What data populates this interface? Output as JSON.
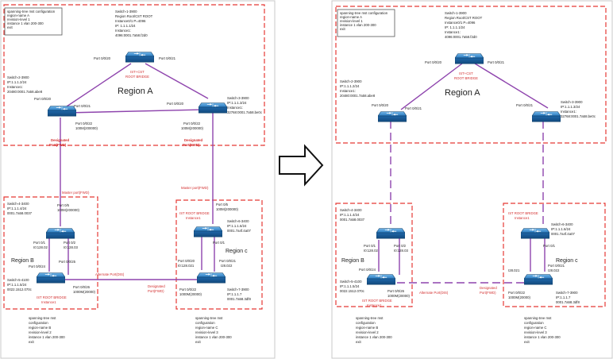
{
  "left": {
    "config_box": [
      "spanning-tree mst configuration",
      "region-name A",
      "revision-level 1",
      "instance 1 vlan 200-300",
      "exit"
    ],
    "sw1": [
      "Switch-1-3900",
      "Region Root/CST ROOT",
      "Instance0/1 P=4096",
      "IP: 1.1.1.1/24",
      "Instance1:",
      "4096:0001.7a58.f2d0"
    ],
    "sw1_ports": [
      "Port 0/0/20",
      "Port 0/0/21"
    ],
    "sw1_label": [
      "IST+CST",
      "ROOT BRIDGE"
    ],
    "region_a": "Region A",
    "sw2": [
      "Switch-2-3900",
      "IP:1.1.1.2/24",
      "Instance1:",
      "20480:0001.7a58.abe8"
    ],
    "sw2_ports": [
      "Port 0/0/20",
      "Port 0/0/21",
      "Port 0/0/22",
      "100M(200000)"
    ],
    "sw3": [
      "Switch-3-3900",
      "IP:1.1.1.3/24",
      "Instance1:",
      "32768:0001.7a58.be0c"
    ],
    "sw3_ports": [
      "Port 0/0/20",
      "Port 0/0/22",
      "100M(200000)"
    ],
    "designated_left": [
      "Designated",
      "Port(FWD)"
    ],
    "designated_right": [
      "Designated",
      "Port(FWD)"
    ],
    "master_left": "Master port(FWD)",
    "master_right": "Master port(FWD)",
    "sw4": [
      "Switch-4-3400",
      "IP:1.1.1.4/24",
      "0001.7a58.0037"
    ],
    "sw4_ports": [
      "Port 0/5",
      "100M(200000)",
      "Port 0/1",
      "I0:128.02",
      "Port 0/2",
      "I0:128.03"
    ],
    "region_b": "Region B",
    "sw5": [
      "Switch-5-4100",
      "IP:1.1.1.5/24",
      "0022.1512.070c"
    ],
    "sw5_ports": [
      "Port 0/0/24",
      "Port 0/0/25",
      "Port 0/0/26",
      "1000M(20000)"
    ],
    "ist_b": [
      "IST ROOT BRIDGE",
      "Instance1"
    ],
    "alt_port": "Alternate Port(DIS)",
    "designated_bottom": [
      "Designated",
      "Port(FWD)"
    ],
    "sw6": [
      "Switch-6-3400",
      "IP:1.1.1.6/24",
      "0001.7a4f.4a07"
    ],
    "sw6_ports": [
      "Port 0/5",
      "100M(200000)",
      "Port 0/1"
    ],
    "ist_c": [
      "IST ROOT BRIDGE",
      "Instance1"
    ],
    "region_c": "Region c",
    "sw7": [
      "Switch-7-3900",
      "IP:1.1.1.7",
      "0001.7a58.3df8"
    ],
    "sw7_ports": [
      "Port 0/0/20",
      "I0:128.021",
      "Port 0/0/21",
      "I28.022",
      "Port 0/0/22",
      "1000M(20000)"
    ],
    "config_b": [
      "spanning-tree mst",
      "configuration",
      "region-name B",
      "revision-level 2",
      "instance 1 vlan 200-300",
      "exit"
    ],
    "config_c": [
      "spanning-tree mst",
      "configuration",
      "region-name C",
      "revision-level 3",
      "instance 1 vlan 200-300",
      "exit"
    ]
  },
  "right": {
    "config_box": [
      "spanning-tree mst configuration",
      "region-name A",
      "revision-level 1",
      "instance 1 vlan 200-300",
      "exit"
    ],
    "sw1": [
      "Switch-1-3900",
      "Region Root/CST ROOT",
      "Instance0/1 P=4096",
      "IP: 1.1.1.1/24",
      "Instance1:",
      "4096:0001.7a58.f2d0"
    ],
    "sw1_ports": [
      "Port 0/0/20",
      "Port 0/0/21"
    ],
    "sw1_label": [
      "IST+CST",
      "ROOT BRIDGE"
    ],
    "region_a": "Region A",
    "sw2": [
      "Switch-2-3900",
      "IP:1.1.1.2/24",
      "Instance1:",
      "20480:0001.7a58.abe8"
    ],
    "sw2_ports": [
      "Port 0/0/20",
      "Port 0/0/21"
    ],
    "sw3": [
      "Switch-3-3900",
      "IP:1.1.1.3/24",
      "Instance1:",
      "32768:0001.7a58.be0c"
    ],
    "sw3_ports": [
      "Port 0/0/21"
    ],
    "sw4": [
      "Switch-4-3400",
      "IP:1.1.1.4/24",
      "0001.7a58.0037"
    ],
    "sw4_ports": [
      "Port 0/1",
      "I0:128.02",
      "Port 0/2",
      "I0:128.03"
    ],
    "region_b": "Region B",
    "sw5": [
      "Switch-5-4100",
      "IP:1.1.1.5/24",
      "0022.1512.070c"
    ],
    "sw5_ports": [
      "Port 0/0/24",
      "Port 0/0/26",
      "1000M(20000)"
    ],
    "ist_b": [
      "IST ROOT BRIDGE",
      "Instance1"
    ],
    "alt_port": "Alternate Port(DIS)",
    "designated_bottom": [
      "Designated",
      "Port(FWD)"
    ],
    "sw6": [
      "Switch-6-3400",
      "IP:1.1.1.6/24",
      "0001.7a4f.4a07"
    ],
    "sw6_ports": [
      "Port 0/1"
    ],
    "ist_c": [
      "IST ROOT BRIDGE",
      "Instance1"
    ],
    "region_c": "Region c",
    "sw7": [
      "Switch-7-3900",
      "IP:1.1.1.7",
      "0001.7a58.3df8"
    ],
    "sw7_ports": [
      "Port 0/0/21",
      "I28.021",
      "I28.022",
      "Port 0/0/22",
      "1000M(20000)"
    ],
    "config_b": [
      "spanning-tree mst",
      "configuration",
      "region-name B",
      "revision-level 2",
      "instance 1 vlan 200-300",
      "exit"
    ],
    "config_c": [
      "spanning-tree mst",
      "configuration",
      "region-name C",
      "revision-level 3",
      "instance 1 vlan 200-300",
      "exit"
    ]
  },
  "colors": {
    "link": "#8e44ad",
    "region": "#e53935",
    "switch": "#1f6fb2",
    "accent_red": "#d32f2f"
  }
}
